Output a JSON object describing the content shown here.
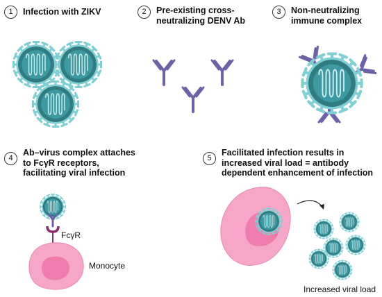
{
  "steps": [
    {
      "num": "1",
      "title": [
        "Infection with ZIKV"
      ]
    },
    {
      "num": "2",
      "title": [
        "Pre-existing cross-",
        "neutralizing DENV Ab"
      ]
    },
    {
      "num": "3",
      "title": [
        "Non-neutralizing",
        "immune complex"
      ]
    },
    {
      "num": "4",
      "title": [
        "Ab–virus complex attaches",
        "to FcγR receptors,",
        "facilitating viral infection"
      ]
    },
    {
      "num": "5",
      "title": [
        "Facilitated infection results in",
        "increased viral load = antibody",
        "dependent enhancement of infection"
      ]
    }
  ],
  "labels": {
    "receptor": "FcγR",
    "cell": "Monocyte",
    "outcome": "Increased viral load"
  },
  "colors": {
    "virus_spike": "#7fcfd3",
    "virus_core": "#2f7c83",
    "virus_inner": "#3e9aa2",
    "antibody": "#6d62a8",
    "cell": "#f6a7c8",
    "nucleus": "#f07cad",
    "receptor": "#8b2c6e"
  }
}
